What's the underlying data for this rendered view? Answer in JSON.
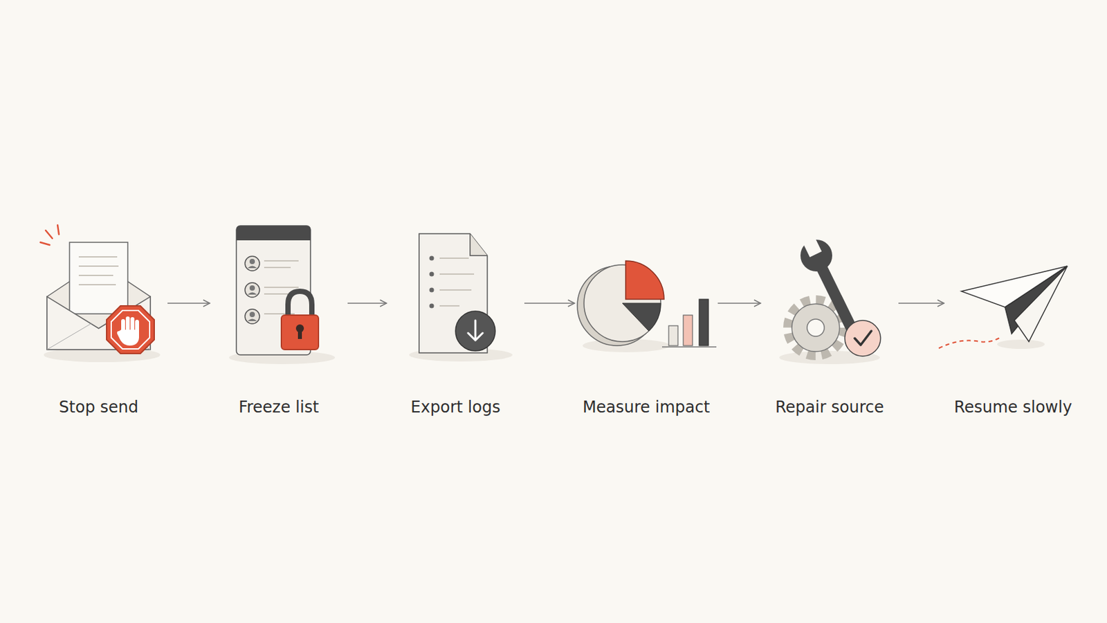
{
  "diagram": {
    "nodes": [
      {
        "text": [
          "Stop send"
        ]
      },
      {
        "text": [
          "Freeze list"
        ]
      },
      {
        "text": [
          "Export logs"
        ]
      },
      {
        "text": [
          "Measure impact"
        ]
      },
      {
        "text": [
          "Repair source"
        ]
      },
      {
        "text": [
          "Resume slowly"
        ]
      }
    ],
    "edges": [
      {
        "from": 0,
        "to": 1,
        "arrow": "to"
      },
      {
        "from": 1,
        "to": 2,
        "arrow": "to"
      },
      {
        "from": 2,
        "to": 3,
        "arrow": "to"
      },
      {
        "from": 3,
        "to": 4,
        "arrow": "to"
      },
      {
        "from": 4,
        "to": 5,
        "arrow": "to"
      }
    ]
  }
}
